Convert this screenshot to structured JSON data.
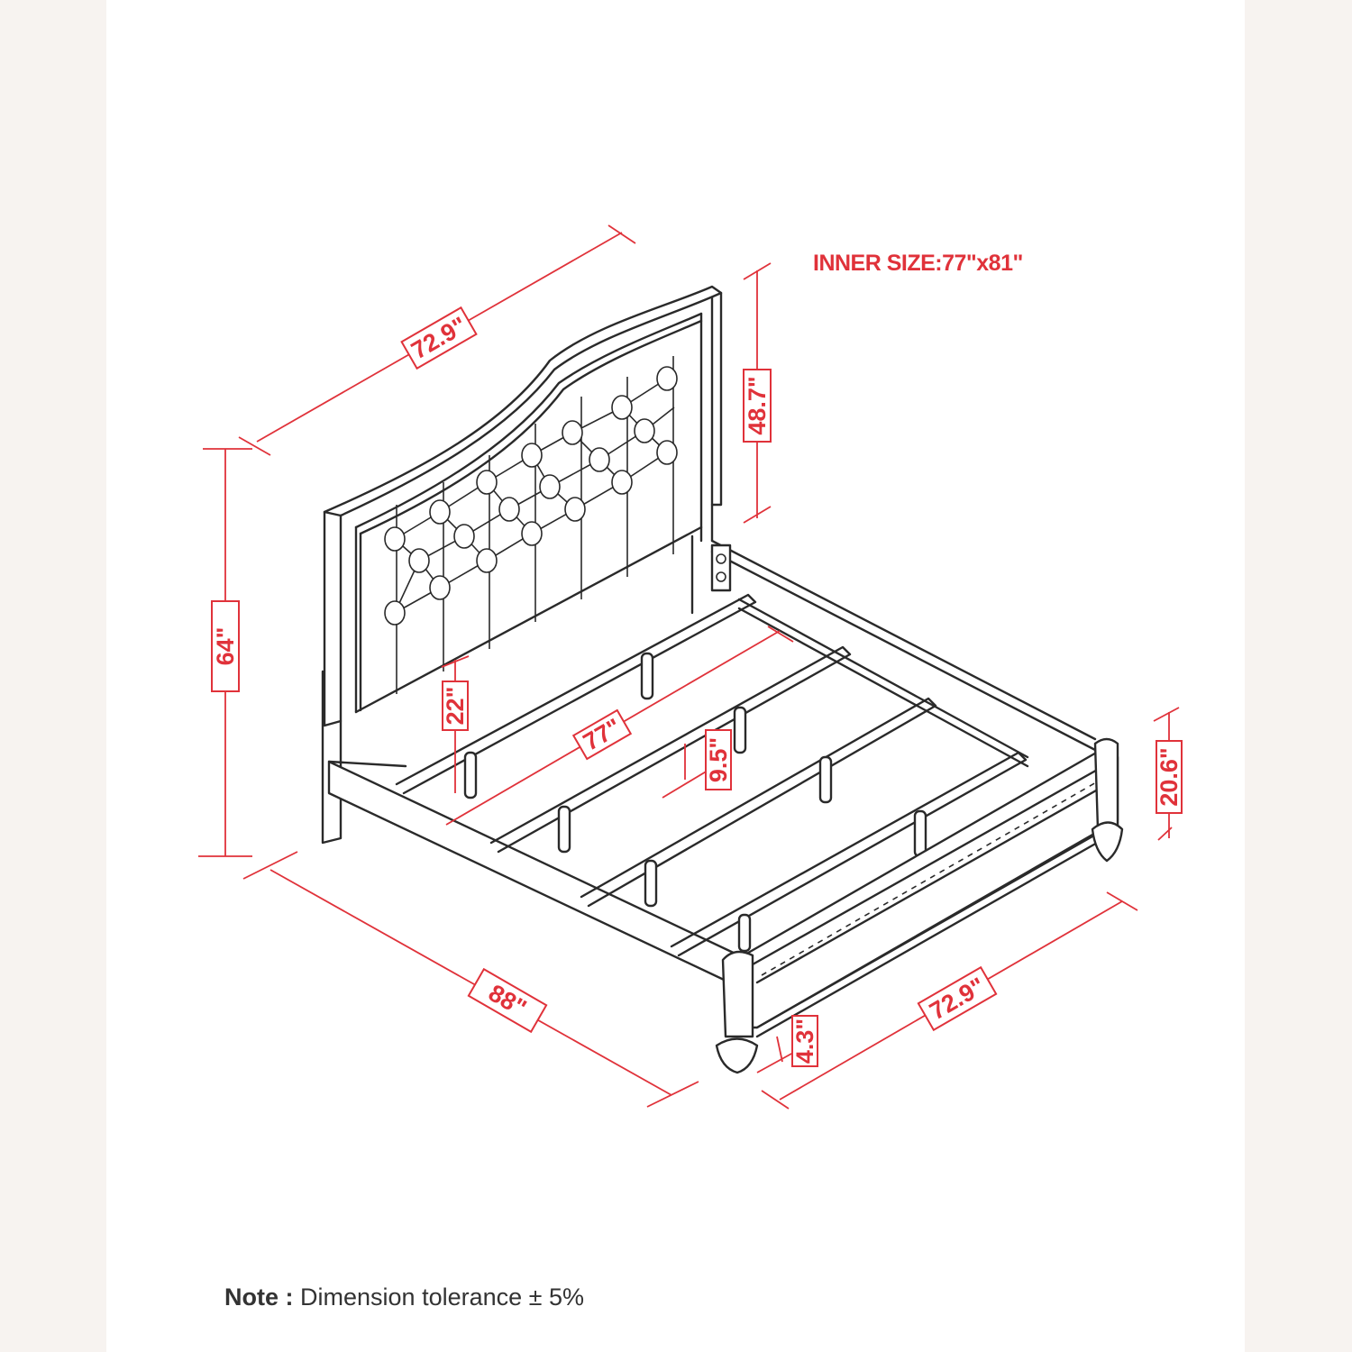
{
  "diagram": {
    "title": "Bed dimension drawing",
    "inner_size": "INNER SIZE:77\"x81\"",
    "note_label": "Note :",
    "note_text": "Dimension tolerance ± 5%",
    "colors": {
      "dimension": "#e0323a",
      "line": "#2a2a2a",
      "background": "#ffffff",
      "margin": "#f7f3f0"
    },
    "dimensions": {
      "headboard_width": "72.9\"",
      "headboard_height_top": "48.7\"",
      "overall_height": "64\"",
      "rail_height": "22\"",
      "inner_length": "77\"",
      "slat_gap": "9.5\"",
      "footboard_height": "20.6\"",
      "overall_length": "88\"",
      "footboard_width": "72.9\"",
      "clearance": "4.3\""
    }
  }
}
